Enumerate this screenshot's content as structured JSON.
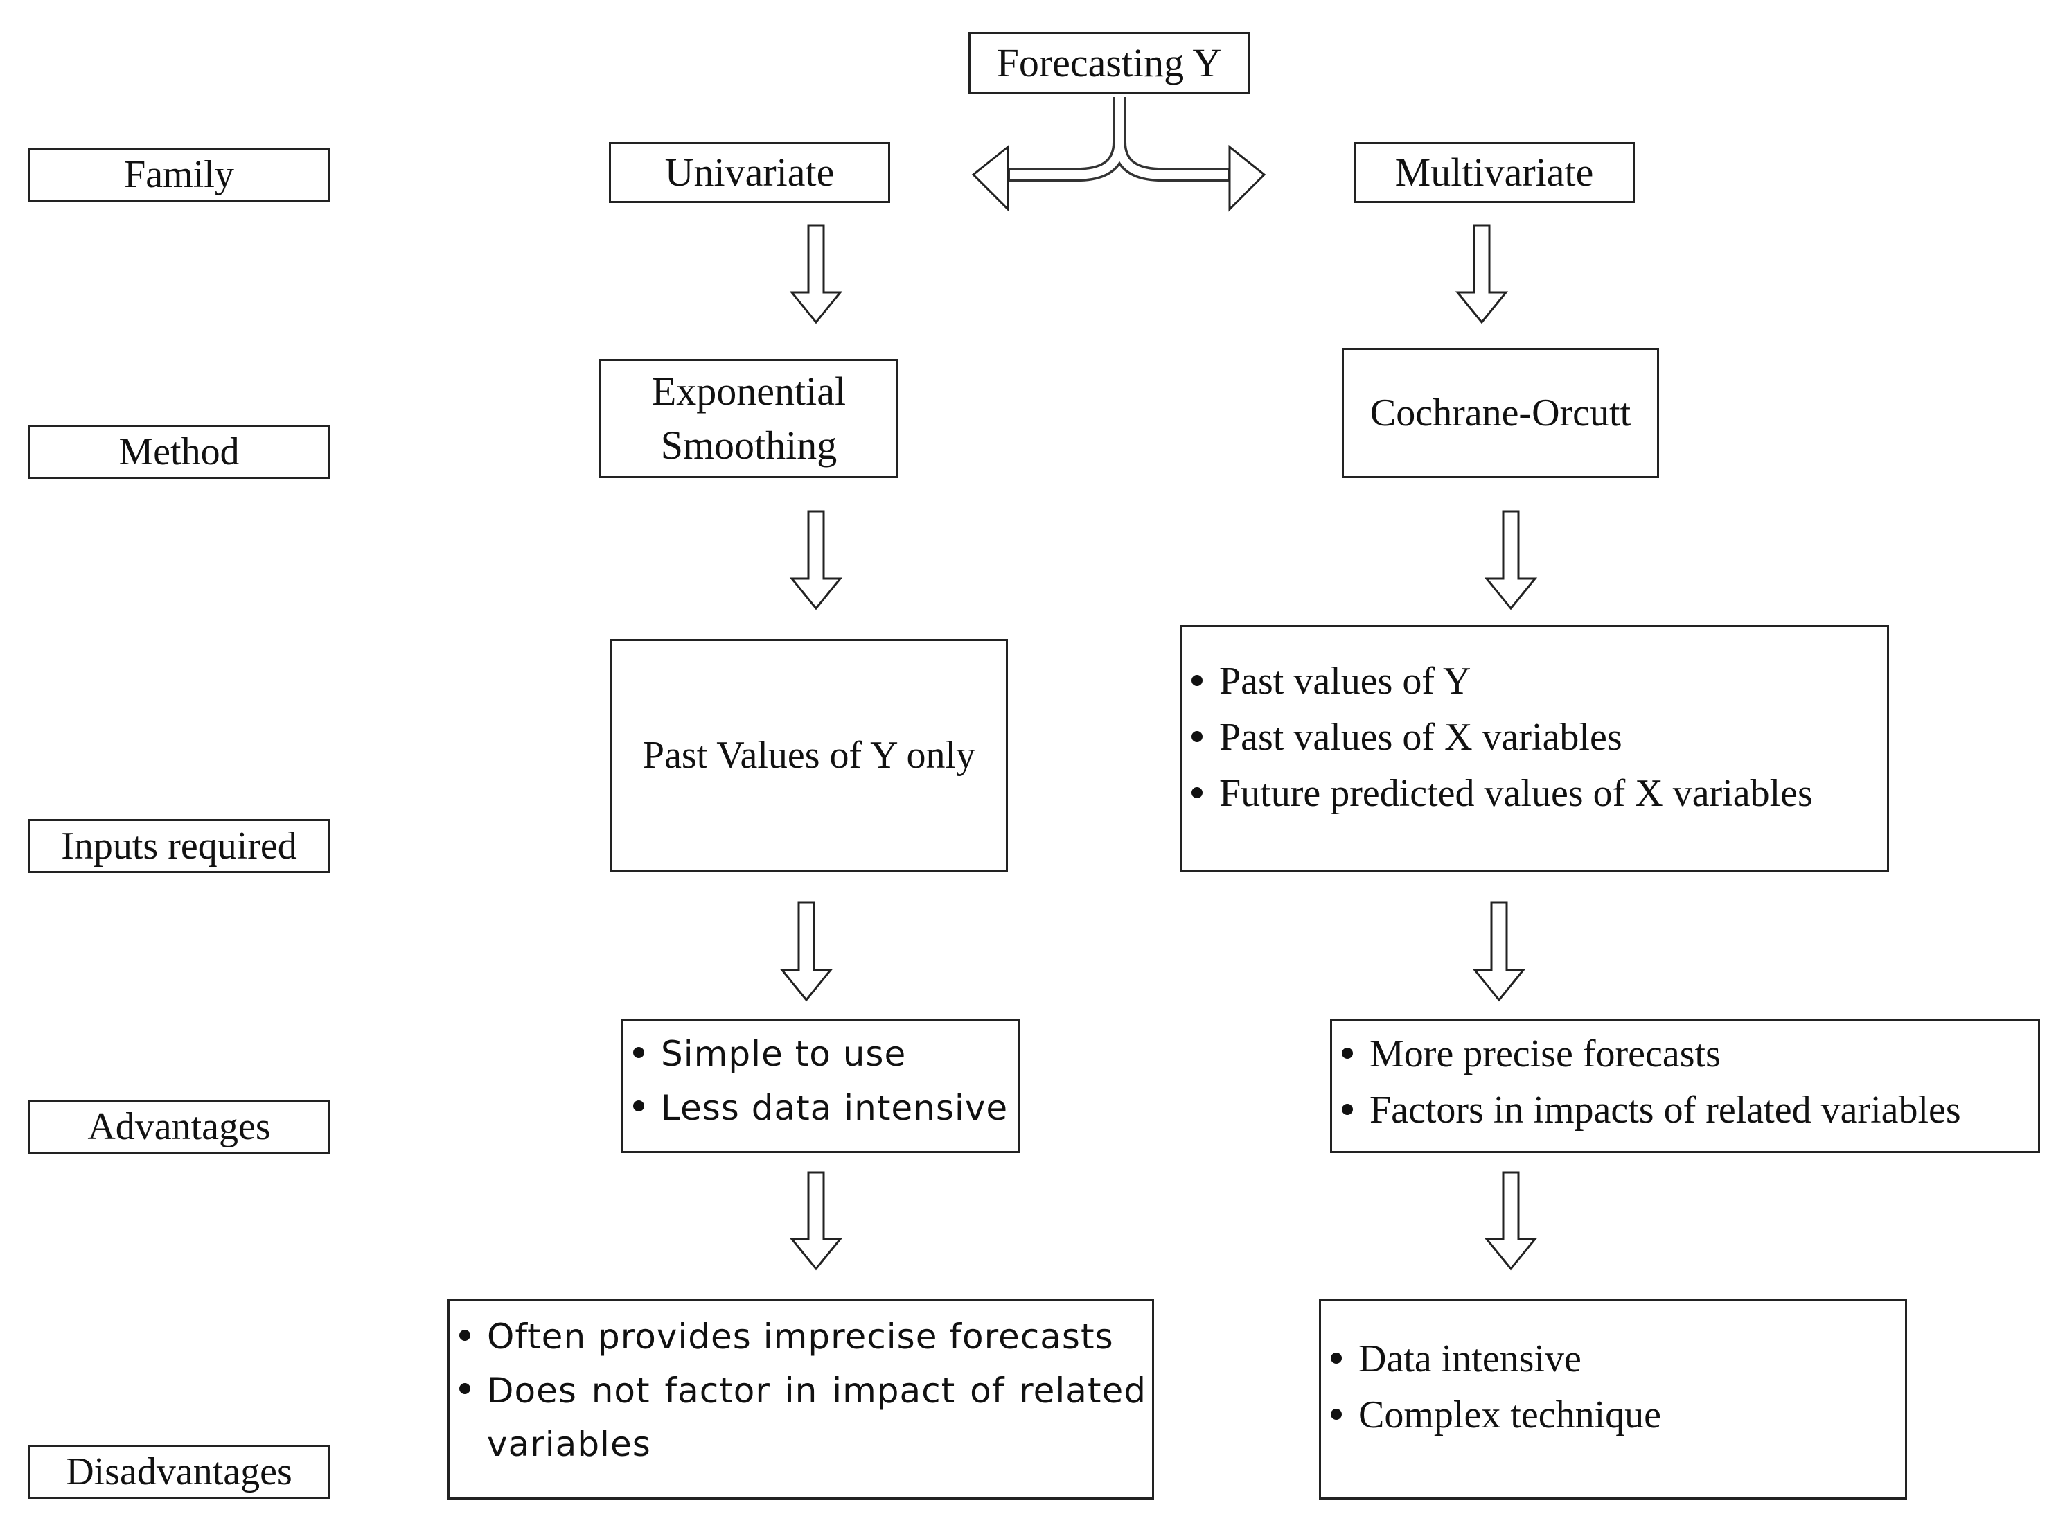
{
  "root": {
    "label": "Forecasting Y"
  },
  "row_labels": {
    "family": "Family",
    "method": "Method",
    "inputs": "Inputs required",
    "advantages": "Advantages",
    "disadvantages": "Disadvantages"
  },
  "univariate": {
    "family": "Univariate",
    "method_line1": "Exponential",
    "method_line2": "Smoothing",
    "inputs": "Past Values of Y only",
    "advantages": [
      "Simple to use",
      "Less data intensive"
    ],
    "disadvantages": [
      "Often provides imprecise forecasts",
      "Does not factor in impact of related variables"
    ]
  },
  "multivariate": {
    "family": "Multivariate",
    "method": "Cochrane-Orcutt",
    "inputs": [
      "Past values of Y",
      "Past values of X variables",
      "Future predicted values of X variables"
    ],
    "advantages": [
      "More precise forecasts",
      "Factors in impacts of related variables"
    ],
    "disadvantages": [
      "Data intensive",
      "Complex technique"
    ]
  }
}
